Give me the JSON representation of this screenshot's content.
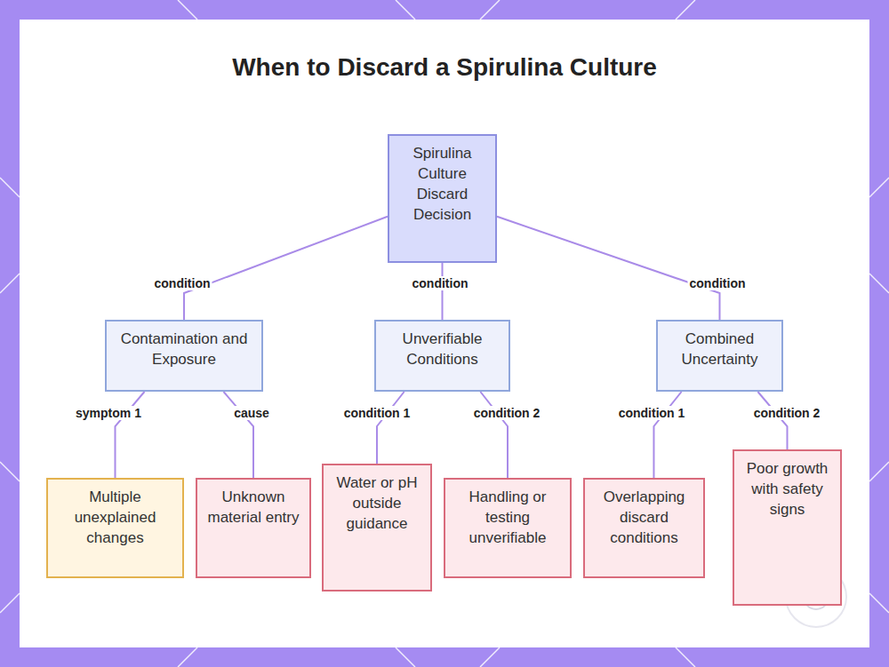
{
  "diagram": {
    "title": "When to Discard a Spirulina Culture",
    "nodes": [
      {
        "text": [
          "Spirulina Culture Discard Decision"
        ]
      },
      {
        "text": [
          "Contamination and Exposure"
        ]
      },
      {
        "text": [
          "Unverifiable Conditions"
        ]
      },
      {
        "text": [
          "Combined Uncertainty"
        ]
      },
      {
        "text": [
          "Multiple unexplained changes"
        ]
      },
      {
        "text": [
          "Unknown material entry"
        ]
      },
      {
        "text": [
          "Water or pH outside guidance"
        ]
      },
      {
        "text": [
          "Handling or testing unverifiable"
        ]
      },
      {
        "text": [
          "Overlapping discard conditions"
        ]
      },
      {
        "text": [
          "Poor growth with safety signs"
        ]
      }
    ],
    "edges": [
      {
        "from": 0,
        "to": 1,
        "label": "condition",
        "arrow": "none"
      },
      {
        "from": 0,
        "to": 2,
        "label": "condition",
        "arrow": "none"
      },
      {
        "from": 0,
        "to": 3,
        "label": "condition",
        "arrow": "none"
      },
      {
        "from": 1,
        "to": 4,
        "label": "symptom 1",
        "arrow": "none"
      },
      {
        "from": 1,
        "to": 5,
        "label": "cause",
        "arrow": "none"
      },
      {
        "from": 2,
        "to": 6,
        "label": "condition 1",
        "arrow": "none"
      },
      {
        "from": 2,
        "to": 7,
        "label": "condition 2",
        "arrow": "none"
      },
      {
        "from": 3,
        "to": 8,
        "label": "condition 1",
        "arrow": "none"
      },
      {
        "from": 3,
        "to": 9,
        "label": "condition 2",
        "arrow": "none"
      }
    ]
  }
}
